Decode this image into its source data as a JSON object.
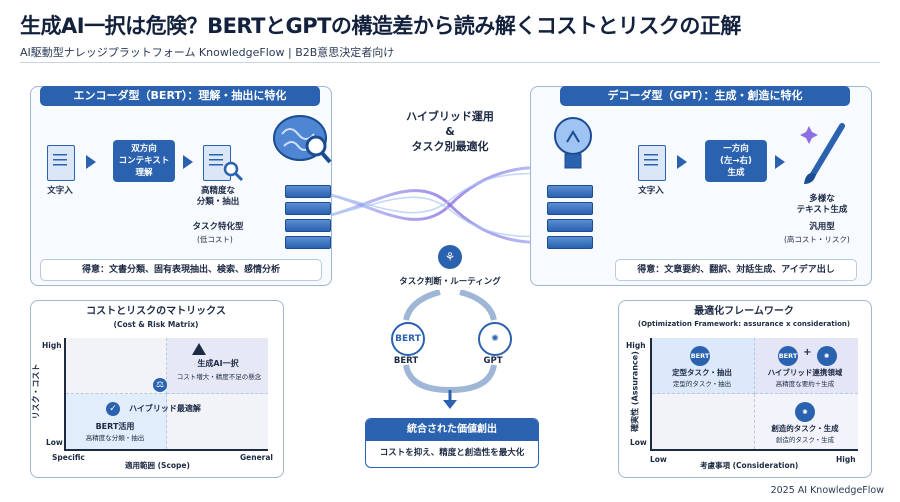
{
  "header": {
    "title": "生成AI一択は危険？BERTとGPTの構造差から読み解くコストとリスクの正解",
    "subtitle": "AI駆動型ナレッジプラットフォーム KnowledgeFlow | B2B意思決定者向け"
  },
  "encoder": {
    "title": "エンコーダ型（BERT）：理解・抽出に特化",
    "input": "文字入",
    "process": "双方向\nコンテキスト\n理解",
    "output": "高精度な\n分類・抽出",
    "model_label": "タスク特化型",
    "model_sub": "(低コスト)",
    "strength": "得意：文書分類、固有表現抽出、検索、感情分析"
  },
  "decoder": {
    "title": "デコーダ型（GPT）：生成・創造に特化",
    "input": "文字入",
    "process_main": "一方向",
    "process_dir": "(左→右)",
    "process_sub": "生成",
    "output": "多様な\nテキスト生成",
    "model_label": "汎用型",
    "model_sub": "(高コスト・リスク)",
    "strength": "得意：文章要約、翻訳、対話生成、アイデア出し"
  },
  "center": {
    "hybrid_line1": "ハイブリッド運用",
    "hybrid_line2": "&",
    "hybrid_line3": "タスク別最適化",
    "routing": "タスク判断・ルーティング",
    "bert_icon": "BERT",
    "bert_label": "BERT",
    "gpt_label": "GPT",
    "value_title": "統合された価値創出",
    "value_sub": "コストを抑え、精度と創造性を最大化"
  },
  "cost_matrix": {
    "title": "コストとリスクのマトリックス",
    "subtitle": "(Cost & Risk Matrix)",
    "y_axis": "リスク・コスト",
    "y_high": "High",
    "y_low": "Low",
    "x_axis": "適用範囲 (Scope)",
    "x_low": "Specific",
    "x_high": "General",
    "gen_title": "生成AI一択",
    "gen_sub": "コスト増大・精度不足の懸念",
    "hybrid": "ハイブリッド最適解",
    "bert_title": "BERT活用",
    "bert_sub": "高精度な分類・抽出"
  },
  "framework": {
    "title": "最適化フレームワーク",
    "subtitle": "(Optimization Framework: assurance x consideration)",
    "y_axis": "確実性 (Assurance)",
    "y_high": "High",
    "y_low": "Low",
    "x_axis": "考慮事項 (Consideration)",
    "x_low": "Low",
    "x_high": "High",
    "q1_title": "定型タスク・抽出",
    "q1_sub": "定型的タスク・抽出",
    "q2_title": "ハイブリッド連携領域",
    "q2_sub": "高精度な要約＋生成",
    "q4_title": "創造的タスク・生成",
    "q4_sub": "創造的タスク・生成",
    "badge_bert": "BERT",
    "plus": "+"
  },
  "footer": "2025 AI KnowledgeFlow",
  "colors": {
    "primary": "#2a62b0",
    "panel_bg": "#f7faff",
    "accent": "#6b7fd6"
  }
}
